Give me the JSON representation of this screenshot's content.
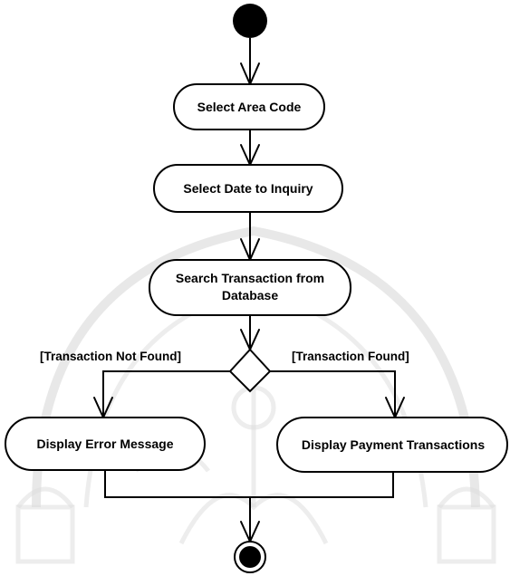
{
  "diagram": {
    "nodes": {
      "select_area": {
        "label": "Select Area Code"
      },
      "select_date": {
        "label": "Select Date to Inquiry"
      },
      "search": {
        "label_line1": "Search Transaction from",
        "label_line2": "Database"
      },
      "display_error": {
        "label": "Display Error Message"
      },
      "display_payment": {
        "label": "Display Payment Transactions"
      }
    },
    "guards": {
      "not_found": "[Transaction Not Found]",
      "found": "[Transaction Found]"
    }
  }
}
